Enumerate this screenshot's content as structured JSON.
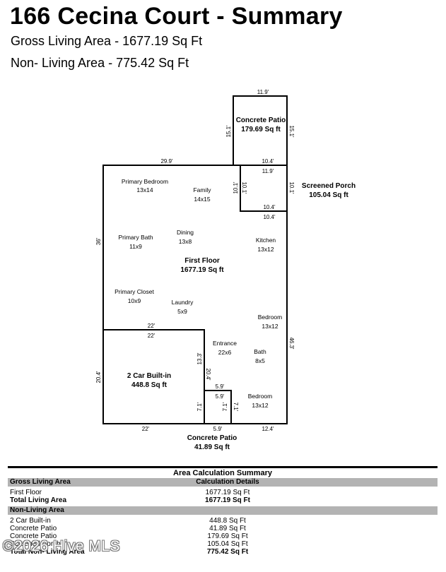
{
  "header": {
    "title": "166 Cecina Court - Summary",
    "gross_living": "Gross Living Area - 1677.19 Sq Ft",
    "non_living": "Non- Living Area - 775.42 Sq Ft"
  },
  "plan": {
    "rooms": [
      {
        "id": "primary-bedroom",
        "name": "Primary Bedroom",
        "size": "13x14"
      },
      {
        "id": "family",
        "name": "Family",
        "size": "14x15"
      },
      {
        "id": "primary-bath",
        "name": "Primary Bath",
        "size": "11x9"
      },
      {
        "id": "dining",
        "name": "Dining",
        "size": "13x8"
      },
      {
        "id": "kitchen",
        "name": "Kitchen",
        "size": "13x12"
      },
      {
        "id": "primary-closet",
        "name": "Primary Closet",
        "size": "10x9"
      },
      {
        "id": "laundry",
        "name": "Laundry",
        "size": "5x9"
      },
      {
        "id": "bedroom-1",
        "name": "Bedroom",
        "size": "13x12"
      },
      {
        "id": "entrance",
        "name": "Entrance",
        "size": "22x6"
      },
      {
        "id": "bath",
        "name": "Bath",
        "size": "8x5"
      },
      {
        "id": "bedroom-2",
        "name": "Bedroom",
        "size": "13x12"
      }
    ],
    "areas": [
      {
        "id": "first-floor",
        "name": "First Floor",
        "area": "1677.19 Sq ft"
      },
      {
        "id": "garage",
        "name": "2 Car Built-in",
        "area": "448.8 Sq ft"
      },
      {
        "id": "concrete-patio-top",
        "name": "Concrete Patio",
        "area": "179.69 Sq ft"
      },
      {
        "id": "screened-porch",
        "name": "Screened Porch",
        "area": "105.04 Sq ft"
      },
      {
        "id": "concrete-patio-bottom",
        "name": "Concrete Patio",
        "area": "41.89 Sq ft"
      }
    ],
    "dimensions": [
      {
        "id": "patio-top-width",
        "text": "11.9'"
      },
      {
        "id": "patio-left-height",
        "text": "15.1'"
      },
      {
        "id": "patio-right-height",
        "text": "15.1'"
      },
      {
        "id": "patio-bottom-width",
        "text": "10.4'"
      },
      {
        "id": "top-width",
        "text": "29.9'"
      },
      {
        "id": "porch-top-width",
        "text": "11.9'"
      },
      {
        "id": "porch-outer-left",
        "text": "10.1'"
      },
      {
        "id": "porch-inner-left",
        "text": "10.1'"
      },
      {
        "id": "porch-right",
        "text": "10.1'"
      },
      {
        "id": "porch-inner-bottom",
        "text": "10.4'"
      },
      {
        "id": "porch-outer-bottom",
        "text": "10.4'"
      },
      {
        "id": "left-height",
        "text": "36'"
      },
      {
        "id": "garage-top-outer",
        "text": "22'"
      },
      {
        "id": "garage-top-inner",
        "text": "22'"
      },
      {
        "id": "garage-right-inner",
        "text": "13.3'"
      },
      {
        "id": "entry-notch-height",
        "text": "20.4'"
      },
      {
        "id": "garage-left-height",
        "text": "20.4'"
      },
      {
        "id": "right-height",
        "text": "46.3'"
      },
      {
        "id": "notch-top-outer",
        "text": "5.9'"
      },
      {
        "id": "notch-top-inner",
        "text": "5.9'"
      },
      {
        "id": "notch-left",
        "text": "7.1'"
      },
      {
        "id": "notch-inner-right",
        "text": "7.1'"
      },
      {
        "id": "notch-outer-right",
        "text": "7.1'"
      },
      {
        "id": "garage-bottom",
        "text": "22'"
      },
      {
        "id": "notch-bottom",
        "text": "5.9'"
      },
      {
        "id": "bottom-right",
        "text": "12.4'"
      }
    ]
  },
  "summary": {
    "caption": "Area Calculation Summary",
    "gross_header": "Gross Living Area",
    "details_header": "Calculation Details",
    "gross_rows": [
      {
        "label": "First Floor",
        "value": "1677.19 Sq Ft"
      }
    ],
    "gross_total": {
      "label": "Total Living Area",
      "value": "1677.19 Sq Ft"
    },
    "non_header": "Non-Living Area",
    "non_rows": [
      {
        "label": "2 Car Built-in",
        "value": "448.8 Sq Ft"
      },
      {
        "label": "Concrete Patio",
        "value": "41.89 Sq Ft"
      },
      {
        "label": "Concrete Patio",
        "value": "179.69 Sq Ft"
      },
      {
        "label": "Screened Porch",
        "value": "105.04 Sq Ft"
      }
    ],
    "non_total": {
      "label": "Total Non- Living Area",
      "value": "775.42 Sq Ft"
    }
  },
  "watermark": "©2026 Hive MLS"
}
